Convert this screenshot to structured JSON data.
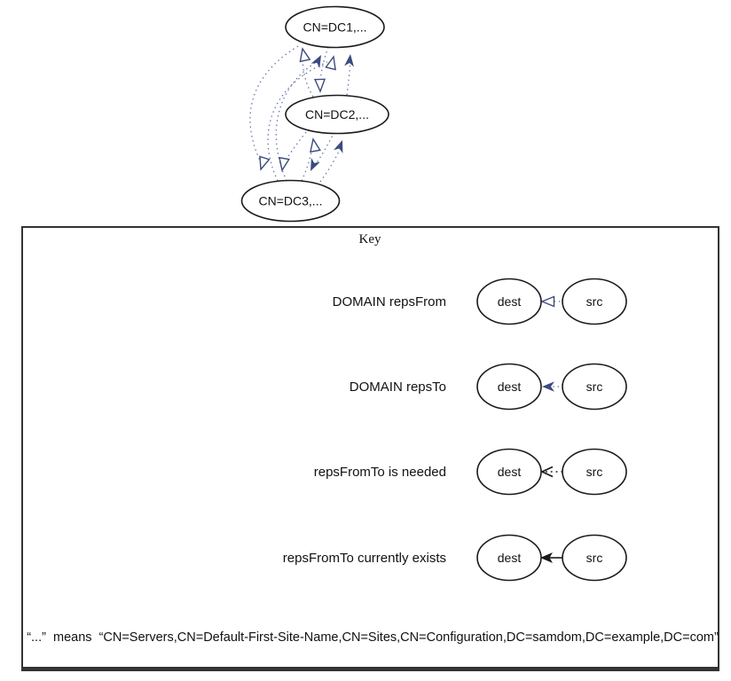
{
  "diagram": {
    "nodes": [
      {
        "id": "DC1",
        "label": "CN=DC1,..."
      },
      {
        "id": "DC2",
        "label": "CN=DC2,..."
      },
      {
        "id": "DC3",
        "label": "CN=DC3,..."
      }
    ],
    "edges": [
      {
        "from": "DC1",
        "to": "DC2",
        "type": "repsFrom"
      },
      {
        "from": "DC2",
        "to": "DC1",
        "type": "repsFrom"
      },
      {
        "from": "DC2",
        "to": "DC1",
        "type": "repsTo"
      },
      {
        "from": "DC3",
        "to": "DC1",
        "type": "repsFrom"
      },
      {
        "from": "DC3",
        "to": "DC1",
        "type": "repsTo"
      },
      {
        "from": "DC1",
        "to": "DC3",
        "type": "repsFrom"
      },
      {
        "from": "DC2",
        "to": "DC3",
        "type": "repsFrom"
      },
      {
        "from": "DC2",
        "to": "DC3",
        "type": "repsTo"
      },
      {
        "from": "DC3",
        "to": "DC2",
        "type": "repsFrom"
      },
      {
        "from": "DC3",
        "to": "DC2",
        "type": "repsTo"
      }
    ]
  },
  "key": {
    "title": "Key",
    "rows": [
      {
        "label": "DOMAIN repsFrom",
        "dest_label": "dest",
        "src_label": "src",
        "arrow_style": "open-navy-arrowhead-dotted-line"
      },
      {
        "label": "DOMAIN repsTo",
        "dest_label": "dest",
        "src_label": "src",
        "arrow_style": "filled-navy-arrowhead-dotted-line"
      },
      {
        "label": "repsFromTo is needed",
        "dest_label": "dest",
        "src_label": "src",
        "arrow_style": "open-black-arrowhead-dotted-line"
      },
      {
        "label": "repsFromTo currently exists",
        "dest_label": "dest",
        "src_label": "src",
        "arrow_style": "filled-black-arrowhead-solid-line"
      }
    ],
    "note": "“...”  means  “CN=Servers,CN=Default-First-Site-Name,CN=Sites,CN=Configuration,DC=samdom,DC=example,DC=com”"
  },
  "colors": {
    "edge_navy_arrowhead": "#3c4b7e",
    "edge_navy_dotted_line": "#6b77a8",
    "black_ink": "#1a1a1a",
    "key_box_border": "#333333",
    "background": "#ffffff"
  }
}
